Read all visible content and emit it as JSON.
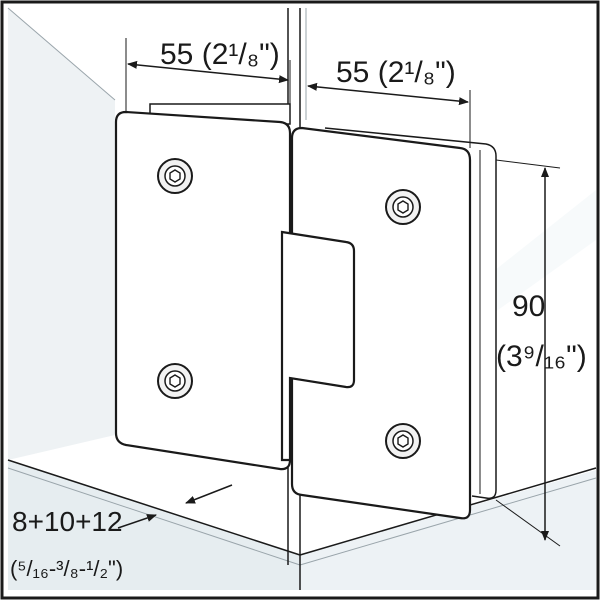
{
  "dimensions": {
    "left_width": "55 (2¹/₈\")",
    "right_width": "55 (2¹/₈\")",
    "height_mm": "90",
    "height_in": "(3⁹/₁₆\")",
    "glass_thickness_mm": "8+10+12",
    "glass_thickness_in": "(⁵/₁₆-³/₈-¹/₂\")"
  },
  "colors": {
    "background": "#ffffff",
    "wall_tint": "#e9eef1",
    "glass_tint": "#dfe8ec",
    "line": "#1a1a1a",
    "screw_fill": "#f2f2f2"
  },
  "icons": {
    "screw": "hex-socket-screw-icon"
  }
}
